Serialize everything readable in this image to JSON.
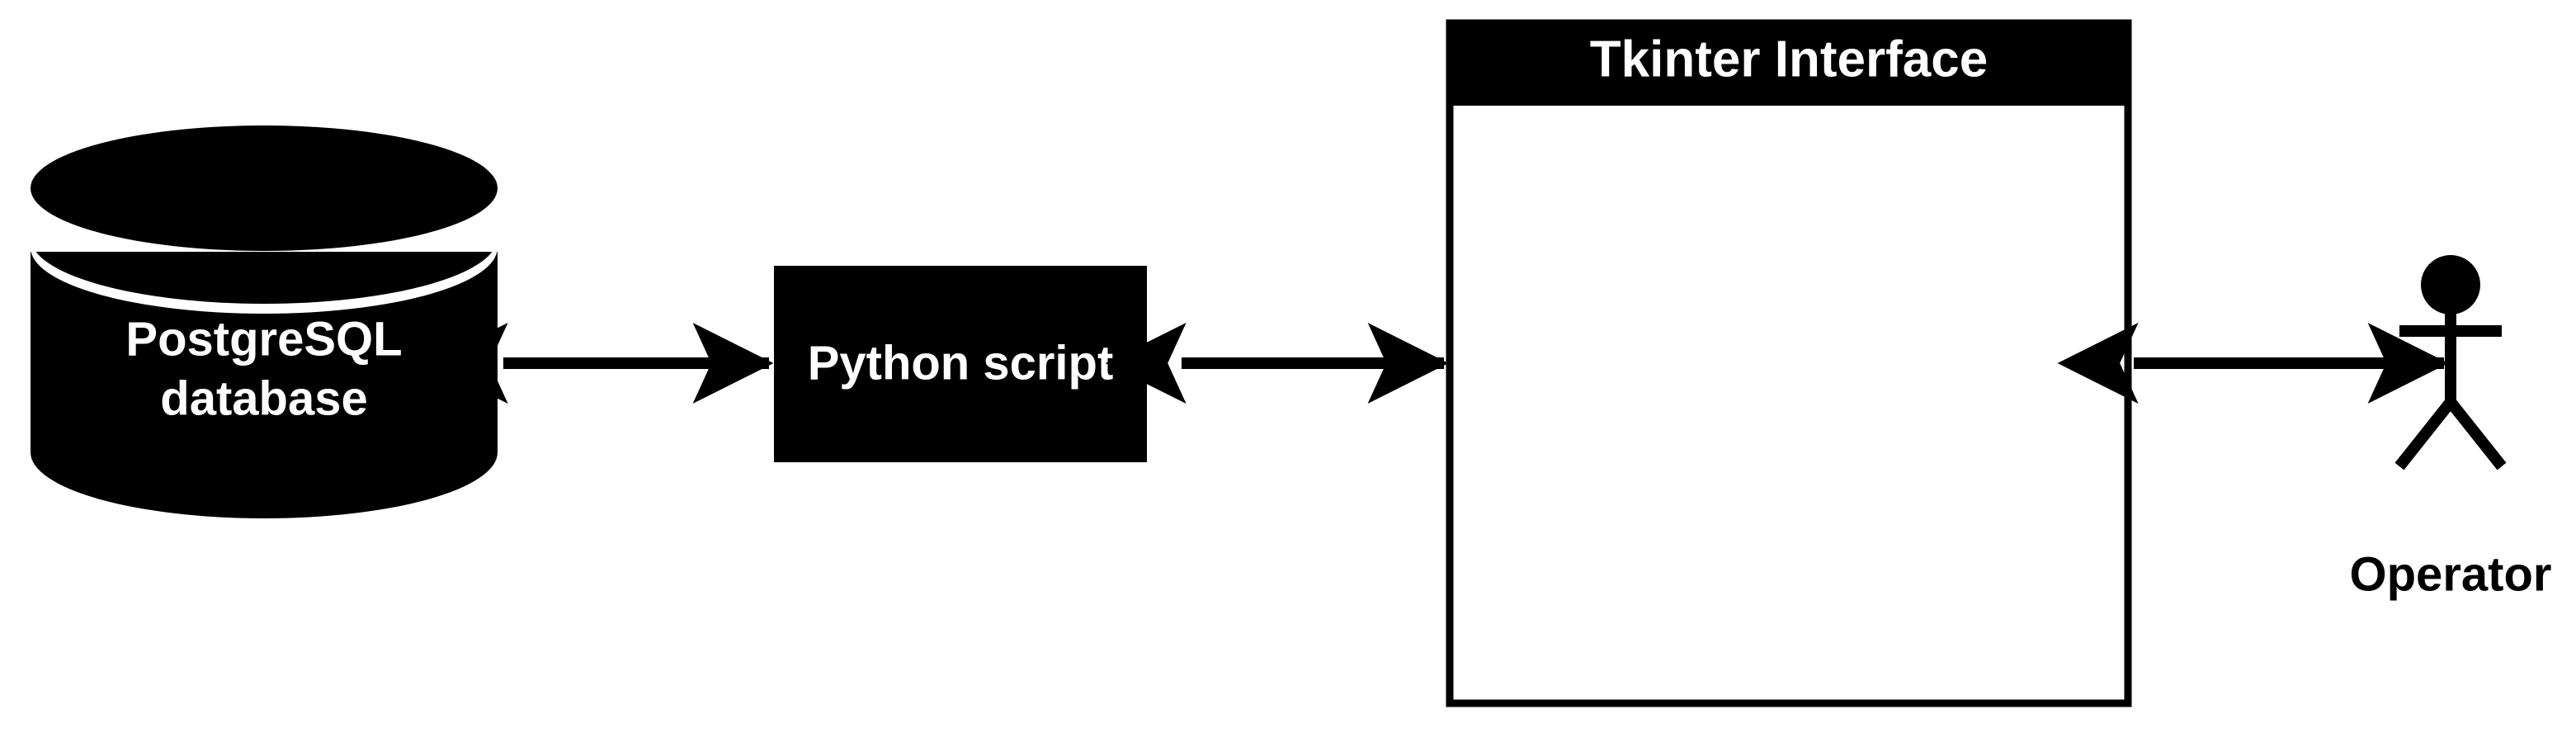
{
  "diagram": {
    "type": "architecture-block-diagram",
    "title": "",
    "background_color": "#ffffff",
    "ink_color": "#000000",
    "label_on_dark_color": "#ffffff",
    "nodes": [
      {
        "id": "postgres-database",
        "shape": "cylinder",
        "label_lines": [
          "PostgreSQL",
          "database"
        ],
        "label_line1": "PostgreSQL",
        "label_line2": "database",
        "fill": "#000000",
        "text_color": "#ffffff"
      },
      {
        "id": "python-script",
        "shape": "rectangle",
        "label": "Python script",
        "fill": "#000000",
        "text_color": "#ffffff"
      },
      {
        "id": "tkinter-interface",
        "shape": "window",
        "label": "Tkinter Interface",
        "titlebar_fill": "#000000",
        "body_fill": "#ffffff",
        "border": "#000000",
        "text_color": "#ffffff"
      },
      {
        "id": "operator",
        "shape": "actor-stick-figure",
        "label": "Operator",
        "fill": "#000000",
        "text_color": "#000000"
      }
    ],
    "edges": [
      {
        "id": "db-to-script",
        "from": "postgres-database",
        "to": "python-script",
        "style": "double-headed-arrow",
        "label": ""
      },
      {
        "id": "script-to-interface",
        "from": "python-script",
        "to": "tkinter-interface",
        "style": "double-headed-arrow",
        "label": ""
      },
      {
        "id": "interface-to-operator",
        "from": "tkinter-interface",
        "to": "operator",
        "style": "double-headed-arrow",
        "label": ""
      }
    ]
  }
}
